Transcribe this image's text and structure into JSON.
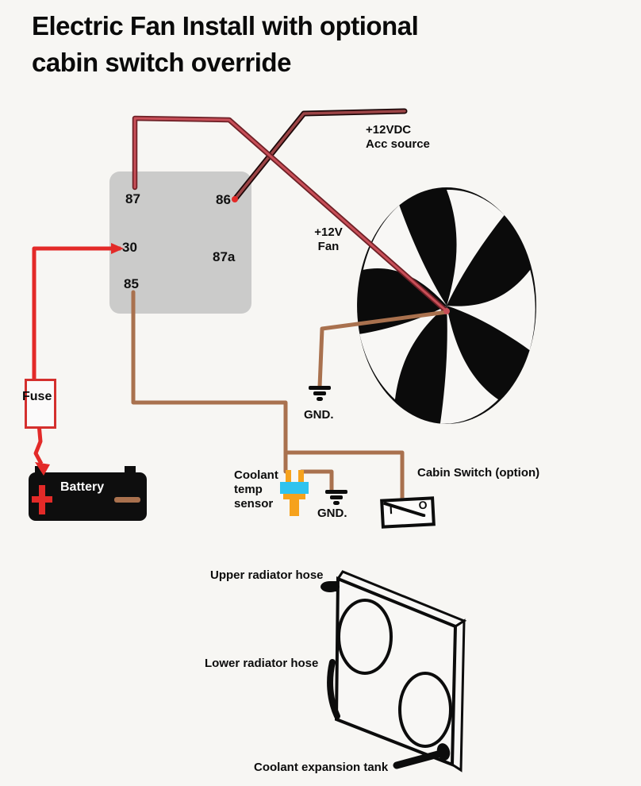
{
  "title": {
    "line1": "Electric Fan Install with optional",
    "line2": "cabin switch override"
  },
  "relay": {
    "pin_87": "87",
    "pin_86": "86",
    "pin_30": "30",
    "pin_87a": "87a",
    "pin_85": "85"
  },
  "labels": {
    "acc_source_line1": "+12VDC",
    "acc_source_line2": "Acc source",
    "fan_line1": "+12V",
    "fan_line2": "Fan",
    "gnd_fan": "GND.",
    "gnd_sensor": "GND.",
    "fuse": "Fuse",
    "battery": "Battery",
    "coolant_line1": "Coolant",
    "coolant_line2": "temp",
    "coolant_line3": "sensor",
    "cabin_switch": "Cabin Switch (option)",
    "switch_on": "I",
    "switch_off": "O",
    "upper_hose": "Upper radiator hose",
    "lower_hose": "Lower radiator hose",
    "expansion_tank": "Coolant expansion tank"
  },
  "colors": {
    "background": "#f7f6f3",
    "relay_fill": "#cbcbca",
    "wire_red_bright": "#e32a28",
    "wire_crimson": "#c84f58",
    "wire_crimson_edge": "#6e2026",
    "wire_maroon": "#9c4446",
    "wire_maroon_edge": "#1e0809",
    "wire_brown": "#a9714e",
    "sensor_body": "#2fc3ef",
    "sensor_terminal": "#f6a21c",
    "battery_fill": "#0e0e0e",
    "fuse_border": "#d4302e",
    "ink": "#0c0c0c"
  }
}
